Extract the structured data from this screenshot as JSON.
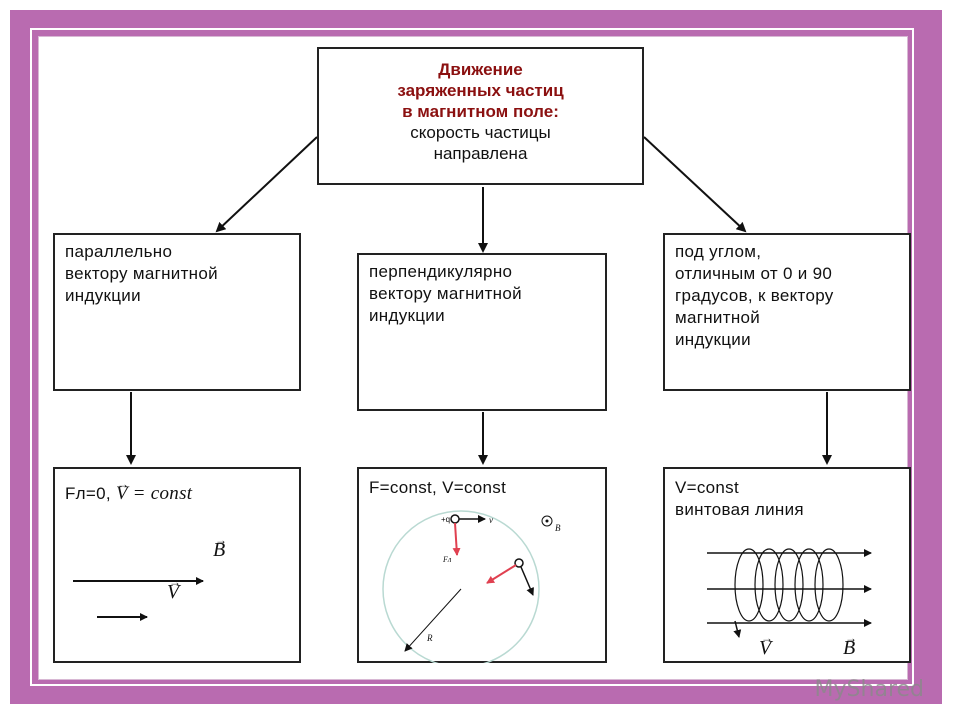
{
  "title": {
    "heading_lines": [
      "Движение",
      "заряженных частиц",
      "в магнитном поле:"
    ],
    "sub_lines": [
      "скорость частицы",
      "направлена"
    ]
  },
  "branches": {
    "left": {
      "lines": [
        "параллельно",
        "вектору магнитной",
        "индукции"
      ]
    },
    "center": {
      "lines": [
        "перпендикулярно",
        "вектору магнитной",
        "индукции"
      ]
    },
    "right": {
      "lines": [
        "под углом,",
        "отличным от 0 и 90",
        "градусов, к вектору",
        "магнитной",
        "индукции"
      ]
    }
  },
  "results": {
    "left": {
      "formula_prefix": "Fл=0,",
      "formula_vec": "V",
      "formula_rest": " = const",
      "vec_b": "B",
      "vec_v": "V"
    },
    "center": {
      "formula": "F=const, V=const",
      "charge_label": "+q",
      "vel_label": "v",
      "force_label": "Fл",
      "radius_label": "R",
      "field_label": "B"
    },
    "right": {
      "line1": "V=const",
      "line2": "винтовая линия",
      "vec_v": "V",
      "vec_b": "B"
    }
  },
  "watermark": "MyShared",
  "colors": {
    "frame": "#b96bb0",
    "title_red": "#8b1010",
    "force_arrow": "#e04050",
    "circle": "#b9d9d2"
  }
}
